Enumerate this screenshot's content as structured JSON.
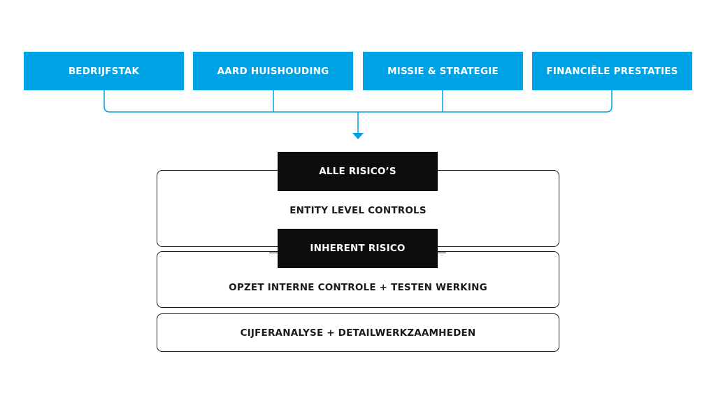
{
  "factors": [
    {
      "label": "BEDRIJFSTAK"
    },
    {
      "label": "AARD HUISHOUDING"
    },
    {
      "label": "MISSIE & STRATEGIE"
    },
    {
      "label": "FINANCIËLE PRESTATIES"
    }
  ],
  "stages": {
    "all_risks": "ALLE RISICO’S",
    "inherent_risk": "INHERENT RISICO"
  },
  "layers": {
    "entity_level": "ENTITY LEVEL CONTROLS",
    "internal_control": "OPZET INTERNE CONTROLE + TESTEN WERKING",
    "substantive": "CIJFERANALYSE + DETAILWERKZAAMHEDEN"
  },
  "colors": {
    "accent": "#00a2e6",
    "stage_fill": "#0d0d0d",
    "outline": "#1a1a1a",
    "background": "#ffffff"
  }
}
